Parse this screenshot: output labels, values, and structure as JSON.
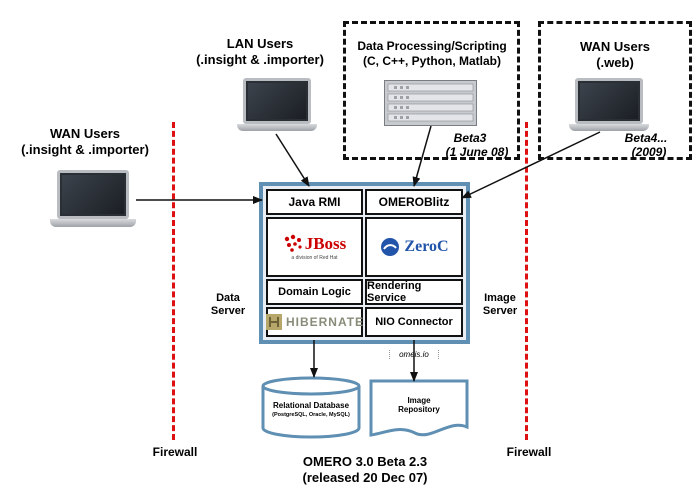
{
  "nodes": {
    "lan_users": {
      "title": "LAN Users",
      "subtitle": "(.insight & .importer)"
    },
    "data_processing": {
      "title": "Data Processing/Scripting",
      "subtitle": "(C, C++, Python, Matlab)",
      "note_line1": "Beta3",
      "note_line2": "(1 June 08)"
    },
    "wan_users_web": {
      "title": "WAN Users",
      "subtitle": "(.web)",
      "note_line1": "Beta4...",
      "note_line2": "(2009)"
    },
    "wan_users_left": {
      "title": "WAN Users",
      "subtitle": "(.insight & .importer)"
    }
  },
  "server": {
    "java_rmi": "Java RMI",
    "omeroblitz": "OMEROBlitz",
    "jboss_logo": "JBoss",
    "jboss_tagline": "a division of Red Hat",
    "zeroc_logo": "ZeroC",
    "domain_logic": "Domain Logic",
    "rendering_service": "Rendering Service",
    "hibernate_logo": "HIBERNATE",
    "nio_connector": "NIO Connector",
    "data_server_label": "Data\nServer",
    "image_server_label": "Image\nServer"
  },
  "storage": {
    "db_title": "Relational Database",
    "db_subtitle": "(PostgreSQL, Oracle, MySQL)",
    "repo_title": "Image\nRepository",
    "omeis_label": "omeis.io"
  },
  "firewalls": {
    "left": "Firewall",
    "right": "Firewall"
  },
  "footer": {
    "line1": "OMERO 3.0 Beta 2.3",
    "line2": "(released 20 Dec 07)"
  },
  "colors": {
    "firewall": "#dd1111",
    "server_border": "#5f8fb2",
    "jboss_red": "#cc0000",
    "zeroc_blue": "#2255aa"
  }
}
